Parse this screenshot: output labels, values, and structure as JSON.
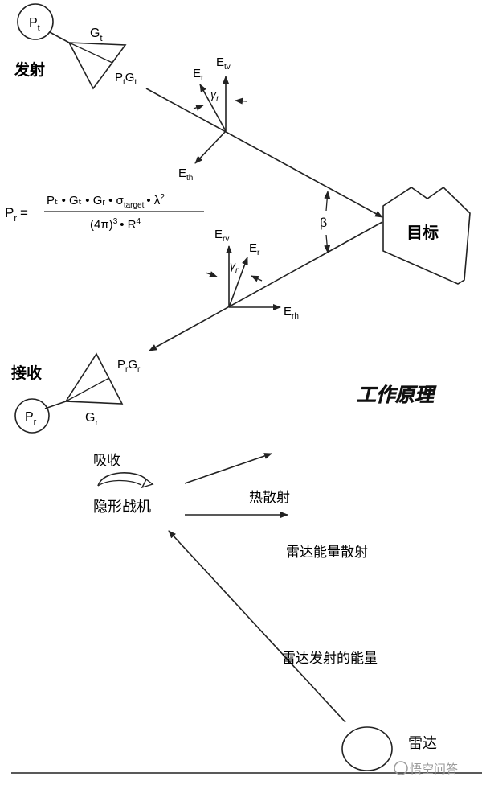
{
  "top": {
    "transmit_label": "发射",
    "receive_label": "接收",
    "target_label": "目标",
    "title_label": "工作原理",
    "pt": {
      "main": "P",
      "sub": "t"
    },
    "pr": {
      "main": "P",
      "sub": "r"
    },
    "gt": {
      "main": "G",
      "sub": "t"
    },
    "gr": {
      "main": "G",
      "sub": "r"
    },
    "ptgt": {
      "a": "P",
      "as": "t",
      "b": "G",
      "bs": "t"
    },
    "prgr": {
      "a": "P",
      "as": "r",
      "b": "G",
      "bs": "r"
    },
    "et": {
      "main": "E",
      "sub": "t"
    },
    "etv": {
      "main": "E",
      "sub": "tv"
    },
    "eth": {
      "main": "E",
      "sub": "th"
    },
    "gamma_t": {
      "main": "γ",
      "sub": "t"
    },
    "er": {
      "main": "E",
      "sub": "r"
    },
    "erv": {
      "main": "E",
      "sub": "rv"
    },
    "erh": {
      "main": "E",
      "sub": "rh"
    },
    "gamma_r": {
      "main": "γ",
      "sub": "r"
    },
    "beta": "β",
    "formula": {
      "lhs": "P",
      "lhs_sub": "r",
      "equals": "=",
      "numerator": "Pₜ • Gₜ • Gᵣ • σ",
      "sigma_sub": "target",
      "numerator_tail": "• λ",
      "lambda_exp": "2",
      "denominator_a": "(4π)",
      "denominator_a_exp": "3",
      "denominator_b": "• R",
      "denominator_b_exp": "4"
    }
  },
  "bottom": {
    "absorb_label": "吸收",
    "stealth_label": "隐形战机",
    "thermal_label": "热散射",
    "scatter_label": "雷达能量散射",
    "emit_label": "雷达发射的能量",
    "radar_label": "雷达",
    "watermark": "悟空问答"
  },
  "colors": {
    "line": "#222222",
    "background": "#ffffff",
    "watermark": "#9a9a9a"
  }
}
